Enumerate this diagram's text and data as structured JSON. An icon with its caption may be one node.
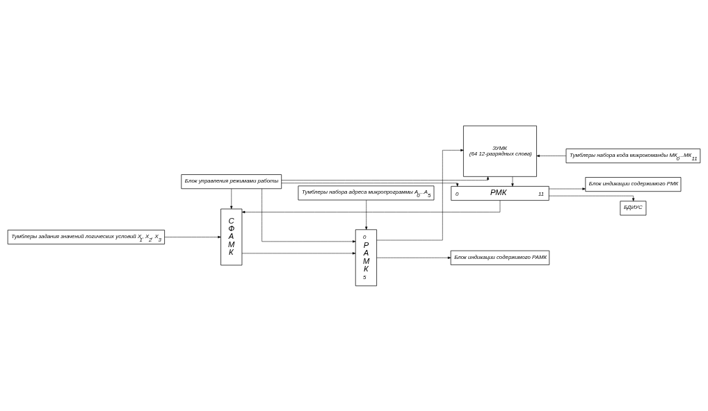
{
  "diagram": {
    "nodes": [
      {
        "text": [
          "Тумблеры набора адреса микропрограммы A$_{0}$...A$_{5}$"
        ]
      },
      {
        "text": [
          "Блок индикации содержимого РАМК"
        ]
      },
      {
        "text": [
          "Тумблеры задания значений логических условий X$_{1}$, X$_{2}$, X$_{3}$"
        ]
      },
      {
        "text": [
          "СФАМК"
        ]
      },
      {
        "text": [
          "0",
          "РАМК",
          "5"
        ]
      },
      {
        "text": [
          "ЗУМК",
          "(64 12-разрядных слова)"
        ]
      },
      {
        "text": [
          "0",
          "РМК",
          "11"
        ]
      },
      {
        "text": [
          "Блок управления режимами работы"
        ]
      },
      {
        "text": [
          "БДИУС"
        ]
      },
      {
        "text": [
          "Тумблеры набора кода микрокоманды МК$_{0}$...МК$_{11}$"
        ]
      },
      {
        "text": [
          "Блок индикации содержимого РМК"
        ]
      }
    ],
    "edges": [
      {
        "from": 2,
        "to": 3,
        "arrow": "to"
      },
      {
        "from": 0,
        "to": 4,
        "arrow": "to"
      },
      {
        "from": 3,
        "to": 4,
        "arrow": "to"
      },
      {
        "from": 4,
        "to": 5,
        "arrow": "to"
      },
      {
        "from": 4,
        "to": 1,
        "arrow": "to"
      },
      {
        "from": 7,
        "to": 3,
        "arrow": "to"
      },
      {
        "from": 7,
        "to": 4,
        "arrow": "to"
      },
      {
        "from": 7,
        "to": 5,
        "arrow": "to"
      },
      {
        "from": 7,
        "to": 6,
        "arrow": "to"
      },
      {
        "from": 5,
        "to": 6,
        "arrow": "to"
      },
      {
        "from": 9,
        "to": 5,
        "arrow": "to"
      },
      {
        "from": 6,
        "to": 8,
        "arrow": "to"
      },
      {
        "from": 6,
        "to": 10,
        "arrow": "to"
      },
      {
        "from": 6,
        "to": 3,
        "arrow": "to"
      }
    ]
  }
}
